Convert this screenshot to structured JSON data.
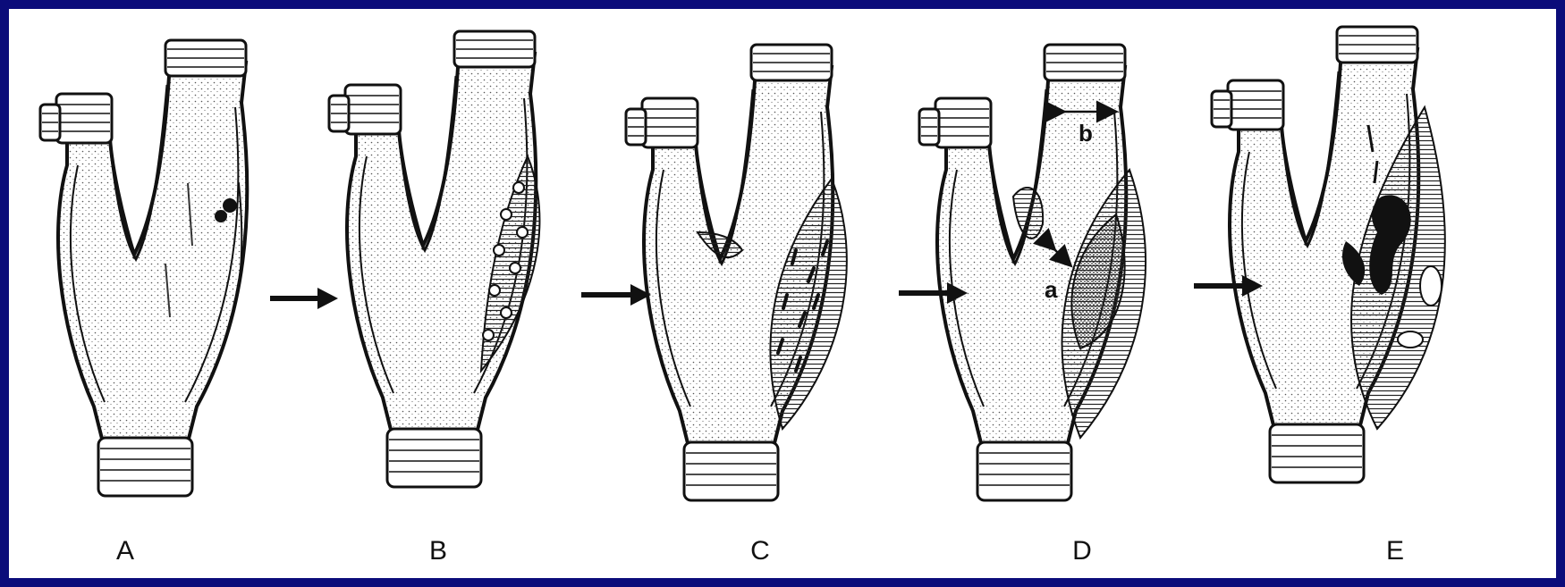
{
  "stages": [
    {
      "label": "A"
    },
    {
      "label": "B"
    },
    {
      "label": "C"
    },
    {
      "label": "D"
    },
    {
      "label": "E"
    }
  ],
  "annotations": {
    "a": "a",
    "b": "b"
  },
  "colors": {
    "border": "#0b0c7a",
    "background": "#ffffff",
    "ink": "#111111"
  }
}
